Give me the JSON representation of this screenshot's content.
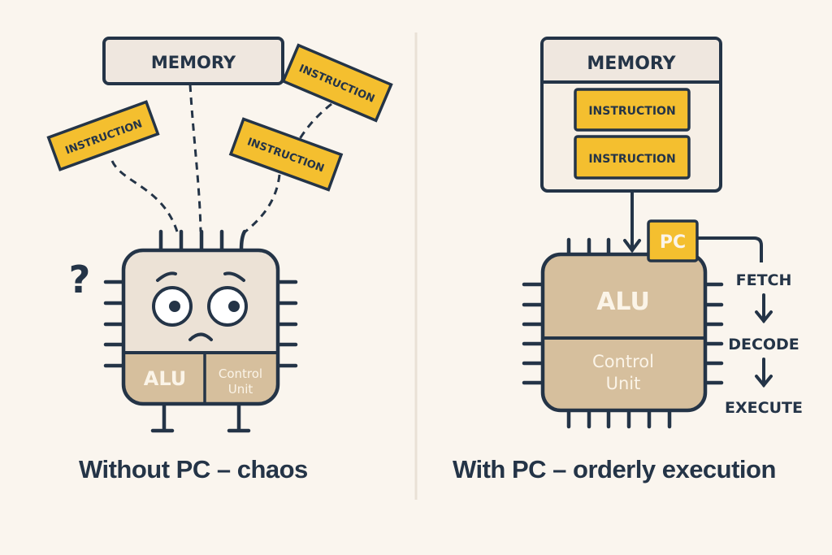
{
  "colors": {
    "background": "#faf5ee",
    "ink": "#243447",
    "instruction_fill": "#f4bf2f",
    "memory_fill": "#efe7df",
    "chip_top_fill": "#ece2d6",
    "chip_fill": "#d6bf9d",
    "pc_fill": "#f4bf2f"
  },
  "left_panel": {
    "memory_label": "MEMORY",
    "instructions": [
      "INSTRUCTION",
      "INSTRUCTION",
      "INSTRUCTION"
    ],
    "question_mark": "?",
    "chip": {
      "alu_label": "ALU",
      "control_unit_label_line1": "Control",
      "control_unit_label_line2": "Unit",
      "face": "confused"
    },
    "caption": "Without PC – chaos"
  },
  "right_panel": {
    "memory_label": "MEMORY",
    "instructions": [
      "INSTRUCTION",
      "INSTRUCTION"
    ],
    "pc_label": "PC",
    "chip": {
      "alu_label": "ALU",
      "control_unit_label_line1": "Control",
      "control_unit_label_line2": "Unit"
    },
    "cycle_steps": [
      "FETCH",
      "DECODE",
      "EXECUTE"
    ],
    "caption": "With PC – orderly execution"
  }
}
